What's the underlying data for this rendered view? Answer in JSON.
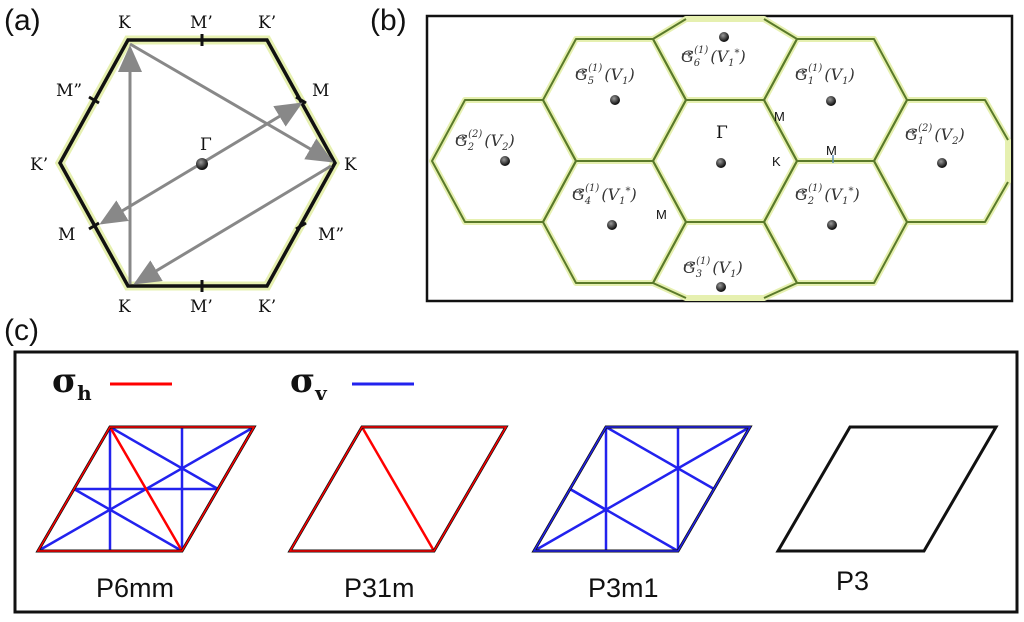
{
  "panel_a": {
    "label": "(a)",
    "points": {
      "K_top_left": "K",
      "M1_top": "M’",
      "K1_top_right": "K’",
      "M2_left": "M”",
      "M_right": "M",
      "K1_left": "K’",
      "Gamma": "Γ",
      "K_right": "K",
      "M_left": "M",
      "M2_right": "M”",
      "K_bottom_left": "K",
      "M1_bottom": "M’",
      "K1_bottom_right": "K’"
    }
  },
  "panel_b": {
    "label": "(b)",
    "center": "Γ",
    "vectors": {
      "G5": {
        "base": "G",
        "index": "5",
        "sup": "(1)",
        "arg": "(V",
        "argsub": "1",
        "conj": "",
        "close": ")"
      },
      "G6": {
        "base": "G",
        "index": "6",
        "sup": "(1)",
        "arg": "(V",
        "argsub": "1",
        "conj": "*",
        "close": ")"
      },
      "G1": {
        "base": "G",
        "index": "1",
        "sup": "(1)",
        "arg": "(V",
        "argsub": "1",
        "conj": "",
        "close": ")"
      },
      "G2b": {
        "base": "G",
        "index": "2",
        "sup": "(2)",
        "arg": "(V",
        "argsub": "2",
        "conj": "",
        "close": ")"
      },
      "G1b": {
        "base": "G",
        "index": "1",
        "sup": "(2)",
        "arg": "(V",
        "argsub": "2",
        "conj": "",
        "close": ")"
      },
      "G4": {
        "base": "G",
        "index": "4",
        "sup": "(1)",
        "arg": "(V",
        "argsub": "1",
        "conj": "*",
        "close": ")"
      },
      "G2": {
        "base": "G",
        "index": "2",
        "sup": "(1)",
        "arg": "(V",
        "argsub": "1",
        "conj": "*",
        "close": ")"
      },
      "G3": {
        "base": "G",
        "index": "3",
        "sup": "(1)",
        "arg": "(V",
        "argsub": "1",
        "conj": "",
        "close": ")"
      }
    },
    "small_labels": {
      "M_a": "M",
      "K": "K",
      "M_b": "M",
      "M_c": "M"
    }
  },
  "panel_c": {
    "label": "(c)",
    "legend": {
      "sigma_h": {
        "symbol": "σ",
        "sub": "h",
        "color": "#ff0000"
      },
      "sigma_v": {
        "symbol": "σ",
        "sub": "v",
        "color": "#2222ee"
      }
    },
    "groups": [
      "P6mm",
      "P31m",
      "P3m1",
      "P3"
    ]
  },
  "colors": {
    "arrow": "#888888",
    "hex_edge": "#111111",
    "bz_edge": "#5a7a2a",
    "glow": "#e6f0b0",
    "dot": "#333333"
  }
}
